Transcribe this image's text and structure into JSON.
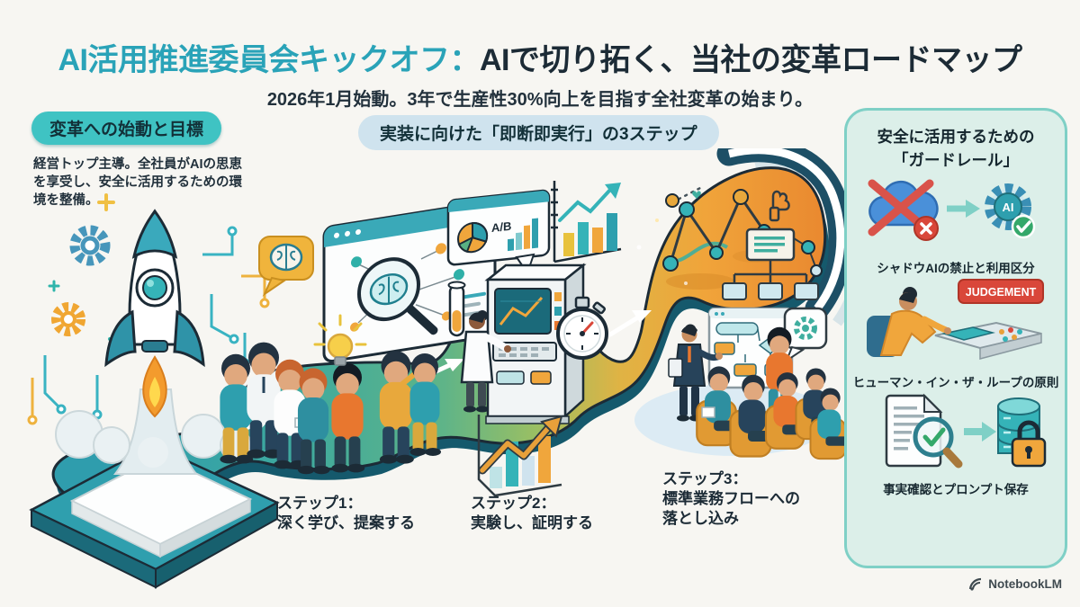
{
  "header": {
    "title_accent": "AI活用推進委員会キックオフ：",
    "title_main": "AIで切り拓く、当社の変革ロードマップ",
    "subtitle": "2026年1月始動。3年で生産性30%向上を目指す全社変革の始まり。"
  },
  "left_section": {
    "badge": "変革への始動と目標",
    "description": "経営トップ主導。全社員がAIの思恵を享受し、安全に活用するための環境を整備。"
  },
  "roadmap": {
    "badge": "実装に向けた「即断即実行」の3ステップ",
    "ab_label": "A/B",
    "steps": [
      {
        "title": "ステップ1：",
        "desc": "深く学び、提案する"
      },
      {
        "title": "ステップ2：",
        "desc": "実験し、証明する"
      },
      {
        "title": "ステップ3：",
        "desc": "標準業務フローへの落とし込み"
      }
    ]
  },
  "guardrails": {
    "title_line1": "安全に活用するための",
    "title_line2": "「ガードレール」",
    "items": [
      {
        "caption": "シャドウAIの禁止と利用区分",
        "icon_text": "AI"
      },
      {
        "caption": "ヒューマン・イン・ザ・ループの原則",
        "badge": "JUDGEMENT"
      },
      {
        "caption": "事実確認とプロンプト保存"
      }
    ]
  },
  "footer": {
    "brand": "NotebookLM"
  },
  "colors": {
    "accent_teal": "#2aa3b8",
    "dark_navy": "#1c2b36",
    "badge_teal": "#3fc3c3",
    "badge_blue": "#cfe3ee",
    "panel_bg": "#dcefe9",
    "panel_border": "#7fd0c6",
    "orange": "#f0a63c",
    "alert_red": "#d9473a",
    "ok_green": "#34a86a"
  }
}
